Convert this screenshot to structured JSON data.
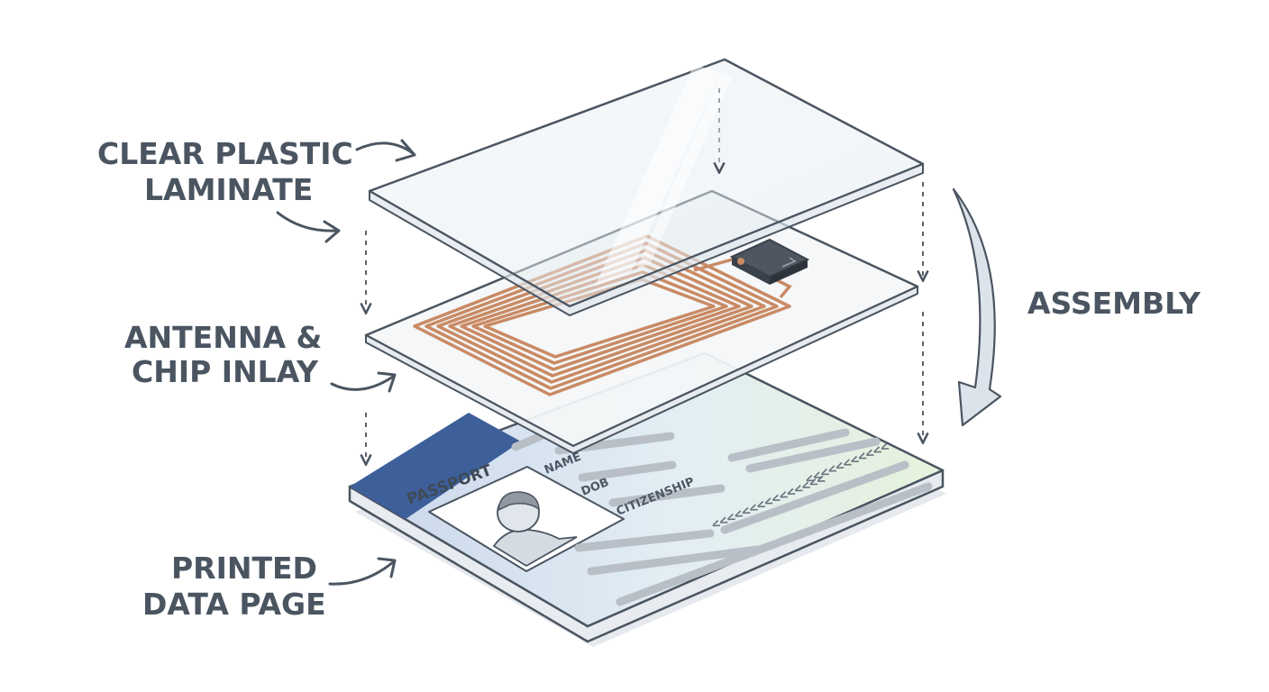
{
  "labels": {
    "laminate_line1": "CLEAR PLASTIC",
    "laminate_line2": "LAMINATE",
    "antenna_line1": "ANTENNA &",
    "antenna_line2": "CHIP INLAY",
    "datapage_line1": "PRINTED",
    "datapage_line2": "DATA PAGE",
    "assembly": "ASSEMBLY"
  },
  "passport": {
    "title": "PASSPORT",
    "field_name": "NAME",
    "field_dob": "DOB",
    "field_citizenship": "CITIZENSHIP",
    "mrz_line": "<<<<<<<<<<<<<<<",
    "mrz_line2": "<<<<<<<<<<<"
  },
  "colors": {
    "label_text": "#4a5561",
    "outline": "#4a5561",
    "antenna_copper": "#c98a64",
    "passport_band": "#3d5f9a",
    "arrow_fill": "#dde3ea"
  }
}
